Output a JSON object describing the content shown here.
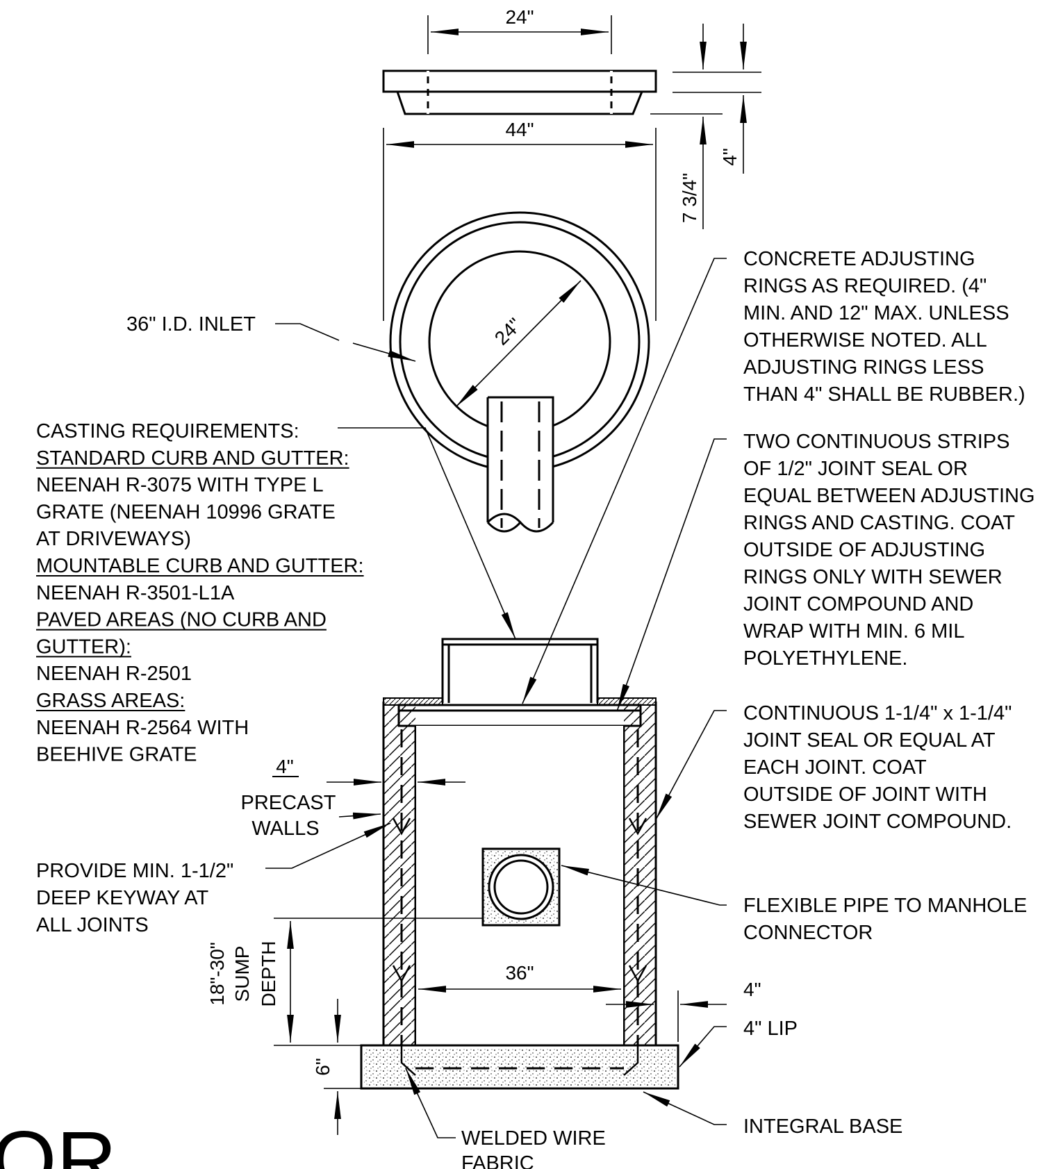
{
  "dimensions": {
    "frame_top_width": "24\"",
    "frame_bottom_width": "44\"",
    "frame_height": "7 3/4\"",
    "ring_height": "4\"",
    "opening_diameter": "24\"",
    "wall_thickness": "4\"",
    "inside_diameter": "36\"",
    "lip_width": "4\"",
    "base_thickness": "6\"",
    "sump_depth": [
      "18\"-30\"",
      "SUMP",
      "DEPTH"
    ]
  },
  "labels": {
    "inlet": "36\" I.D. INLET",
    "adjusting_rings": [
      "CONCRETE ADJUSTING",
      "RINGS AS REQUIRED.  (4\"",
      "MIN. AND 12\" MAX.  UNLESS",
      "OTHERWISE NOTED.  ALL",
      "ADJUSTING RINGS LESS",
      "THAN 4\" SHALL BE RUBBER.)"
    ],
    "joint_seal_strips": [
      "TWO CONTINUOUS STRIPS",
      "OF 1/2\" JOINT SEAL OR",
      "EQUAL BETWEEN ADJUSTING",
      "RINGS AND CASTING.  COAT",
      "OUTSIDE OF ADJUSTING",
      "RINGS ONLY WITH SEWER",
      "JOINT COMPOUND AND",
      "WRAP WITH MIN. 6 MIL",
      "POLYETHYLENE."
    ],
    "casting_requirements": [
      {
        "text": "CASTING REQUIREMENTS:",
        "underline": false
      },
      {
        "text": "STANDARD CURB AND GUTTER:",
        "underline": true
      },
      {
        "text": "NEENAH R-3075 WITH TYPE L",
        "underline": false
      },
      {
        "text": "GRATE (NEENAH 10996 GRATE",
        "underline": false
      },
      {
        "text": "AT DRIVEWAYS)",
        "underline": false
      },
      {
        "text": "MOUNTABLE CURB AND GUTTER:",
        "underline": true
      },
      {
        "text": "NEENAH R-3501-L1A",
        "underline": false
      },
      {
        "text": "PAVED AREAS (NO CURB AND",
        "underline": true
      },
      {
        "text": "GUTTER):",
        "underline": true
      },
      {
        "text": "NEENAH R-2501",
        "underline": false
      },
      {
        "text": "GRASS AREAS:",
        "underline": true
      },
      {
        "text": "NEENAH R-2564 WITH",
        "underline": false
      },
      {
        "text": "BEEHIVE GRATE",
        "underline": false
      }
    ],
    "continuous_joint_seal": [
      "CONTINUOUS 1-1/4\" x 1-1/4\"",
      "JOINT SEAL OR EQUAL AT",
      "EACH JOINT.  COAT",
      "OUTSIDE OF JOINT WITH",
      "SEWER JOINT COMPOUND."
    ],
    "precast_walls": [
      "PRECAST",
      "WALLS"
    ],
    "keyway": [
      "PROVIDE MIN. 1-1/2\"",
      "DEEP KEYWAY AT",
      "ALL  JOINTS"
    ],
    "pipe_connector": [
      "FLEXIBLE PIPE TO MANHOLE",
      "CONNECTOR"
    ],
    "lip": "4\" LIP",
    "base": "INTEGRAL BASE",
    "wire_fabric": [
      "WELDED WIRE",
      "FABRIC"
    ],
    "corner_text": "OR"
  }
}
